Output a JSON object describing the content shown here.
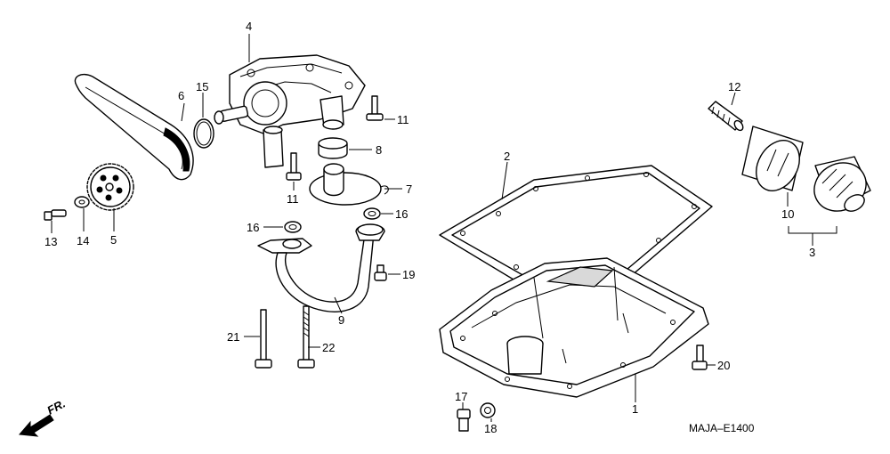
{
  "colors": {
    "ink": "#000000",
    "paper": "#ffffff"
  },
  "callouts": {
    "c1": "1",
    "c2": "2",
    "c3": "3",
    "c4": "4",
    "c5": "5",
    "c6": "6",
    "c7": "7",
    "c8": "8",
    "c9": "9",
    "c10": "10",
    "c11a": "11",
    "c11b": "11",
    "c12": "12",
    "c13": "13",
    "c14": "14",
    "c15": "15",
    "c16a": "16",
    "c16b": "16",
    "c17": "17",
    "c18": "18",
    "c19": "19",
    "c20": "20",
    "c21": "21",
    "c22": "22"
  },
  "direction_label": "FR.",
  "diagram_code": "MAJA–E1400",
  "icons": {
    "direction": "front-direction-arrow-icon"
  }
}
